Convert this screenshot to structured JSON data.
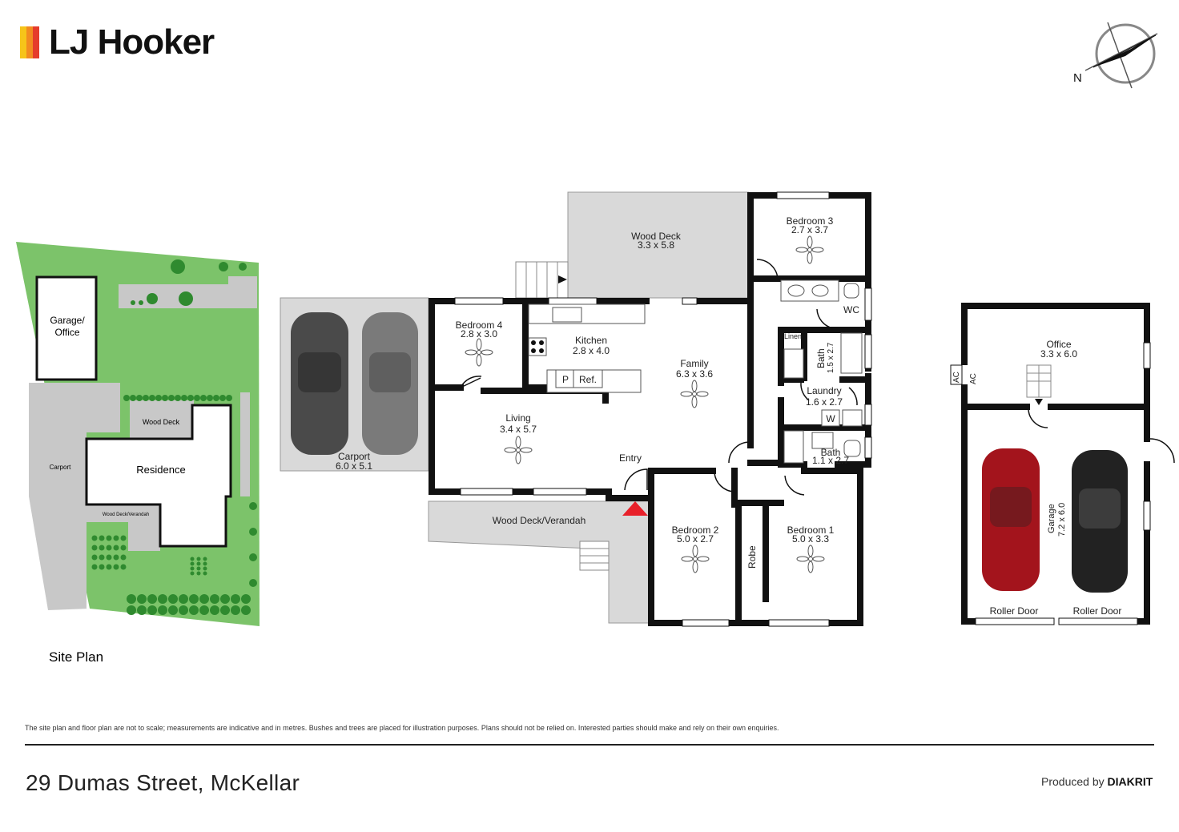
{
  "brand": {
    "name": "LJ Hooker",
    "stripe_colors": [
      "#f6c419",
      "#f28b20",
      "#e53c2c"
    ]
  },
  "compass": {
    "label": "N"
  },
  "site_plan": {
    "title": "Site Plan",
    "labels": {
      "garage_office": [
        "Garage/",
        "Office"
      ],
      "wood_deck": "Wood Deck",
      "carport": "Carport",
      "residence": "Residence",
      "wood_deck_verandah": "Wood Deck/Verandah"
    },
    "colors": {
      "lawn": "#7cc36a",
      "paving": "#c8c8c8",
      "tree": "#2f8a2f"
    }
  },
  "floor_plan": {
    "rooms": {
      "wood_deck_top": {
        "name": "Wood Deck",
        "size": "3.3 x 5.8"
      },
      "bedroom3": {
        "name": "Bedroom 3",
        "size": "2.7 x 3.7"
      },
      "bedroom4": {
        "name": "Bedroom 4",
        "size": "2.8 x 3.0"
      },
      "kitchen": {
        "name": "Kitchen",
        "size": "2.8 x 4.0"
      },
      "family": {
        "name": "Family",
        "size": "6.3 x 3.6"
      },
      "living": {
        "name": "Living",
        "size": "3.4 x 5.7"
      },
      "carport": {
        "name": "Carport",
        "size": "6.0 x 5.1"
      },
      "wc": {
        "name": "WC"
      },
      "linen": {
        "name": "Linen"
      },
      "bath_upper": {
        "name": "Bath",
        "size": "1.5 x 2.7"
      },
      "laundry": {
        "name": "Laundry",
        "size": "1.6 x 2.7"
      },
      "bath_lower": {
        "name": "Bath",
        "size": "1.1 x 2.7"
      },
      "entry": {
        "name": "Entry"
      },
      "verandah": {
        "name": "Wood Deck/Verandah"
      },
      "bedroom2": {
        "name": "Bedroom 2",
        "size": "5.0 x 2.7"
      },
      "bedroom1": {
        "name": "Bedroom 1",
        "size": "5.0 x 3.3"
      },
      "robe": {
        "name": "Robe"
      }
    },
    "fixtures": {
      "pantry": "P",
      "fridge": "Ref.",
      "washer": "W"
    },
    "colors": {
      "wall": "#111111",
      "deck": "#d9d9d9",
      "entry_marker": "#e8202a"
    }
  },
  "outbuilding": {
    "office": {
      "name": "Office",
      "size": "3.3 x 6.0"
    },
    "garage": {
      "name": "Garage",
      "size": "7.2 x 6.0"
    },
    "ac_labels": [
      "AC",
      "AC"
    ],
    "doors": [
      "Roller Door",
      "Roller Door"
    ],
    "car_colors": [
      "#a3141c",
      "#222222"
    ]
  },
  "carport_car_colors": [
    "#4a4a4a",
    "#7a7a7a"
  ],
  "footer": {
    "disclaimer": "The site plan and floor plan are not to scale; measurements are indicative and in metres. Bushes and trees are placed for illustration purposes. Plans should not be relied on. Interested parties should make and rely on their own enquiries.",
    "address": "29 Dumas Street, McKellar",
    "produced_by": "Produced by",
    "producer": "DIAKRIT"
  }
}
